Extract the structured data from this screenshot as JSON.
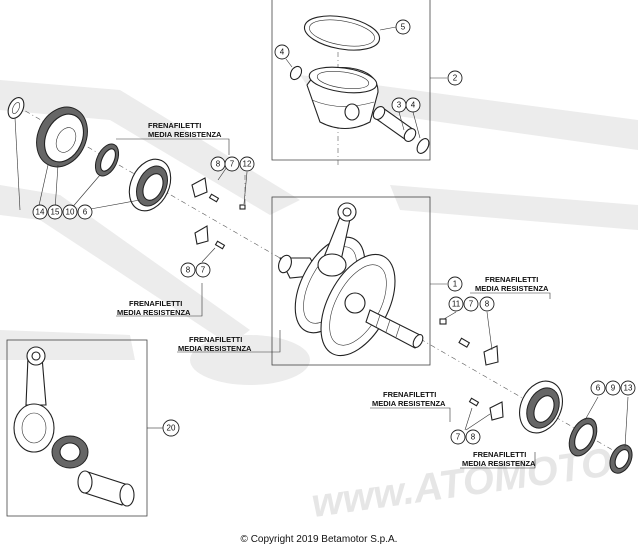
{
  "callouts": {
    "c1": "1",
    "c2": "2",
    "c3": "3",
    "c4a": "4",
    "c4b": "4",
    "c5": "5",
    "c6a": "6",
    "c6b": "6",
    "c7a": "7",
    "c7b": "7",
    "c7c": "7",
    "c7d": "7",
    "c8a": "8",
    "c8b": "8",
    "c8c": "8",
    "c8d": "8",
    "c9": "9",
    "c10": "10",
    "c11": "11",
    "c12": "12",
    "c13": "13",
    "c14": "14",
    "c15": "15",
    "c20": "20"
  },
  "notes": {
    "n1_line1": "FRENAFILETTI",
    "n1_line2": "MEDIA RESISTENZA",
    "n2_line1": "FRENAFILETTI",
    "n2_line2": "MEDIA RESISTENZA",
    "n3_line1": "FRENAFILETTI",
    "n3_line2": "MEDIA RESISTENZA",
    "n4_line1": "FRENAFILETTI",
    "n4_line2": "MEDIA RESISTENZA",
    "n5_line1": "FRENAFILETTI",
    "n5_line2": "MEDIA RESISTENZA",
    "n6_line1": "FRENAFILETTI",
    "n6_line2": "MEDIA RESISTENZA"
  },
  "watermark": "www.ATOMOTO",
  "copyright": "© Copyright 2019 Betamotor S.p.A."
}
